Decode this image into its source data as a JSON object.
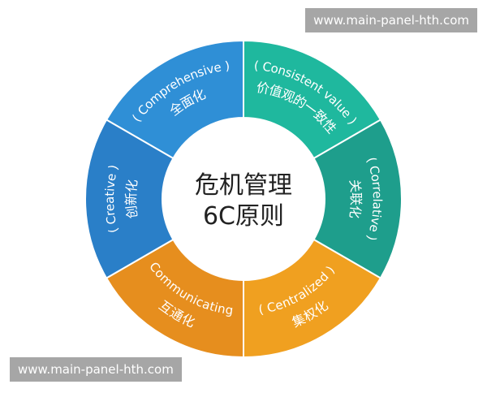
{
  "watermarks": {
    "top": "www.main-panel-hth.com",
    "bottom": "www.main-panel-hth.com"
  },
  "center": {
    "line1": "危机管理",
    "line2": "6C原则"
  },
  "segments": [
    {
      "name": "comprehensive",
      "en": "( Comprehensive )",
      "zh": "全面化",
      "color": "#2F8FD6"
    },
    {
      "name": "consistent-value",
      "en": "( Consistent value )",
      "zh": "价值观的一致性",
      "color": "#1FB89E"
    },
    {
      "name": "correlative",
      "en": "( Correlative )",
      "zh": "关联化",
      "color": "#1E9E8C"
    },
    {
      "name": "centralized",
      "en": "( Centralized )",
      "zh": "集权化",
      "color": "#F0A020"
    },
    {
      "name": "communicating",
      "en": "( Communicating )",
      "zh": "互通化",
      "color": "#E68E1E"
    },
    {
      "name": "creative",
      "en": "( Creative )",
      "zh": "创新化",
      "color": "#2A7FC8"
    }
  ]
}
